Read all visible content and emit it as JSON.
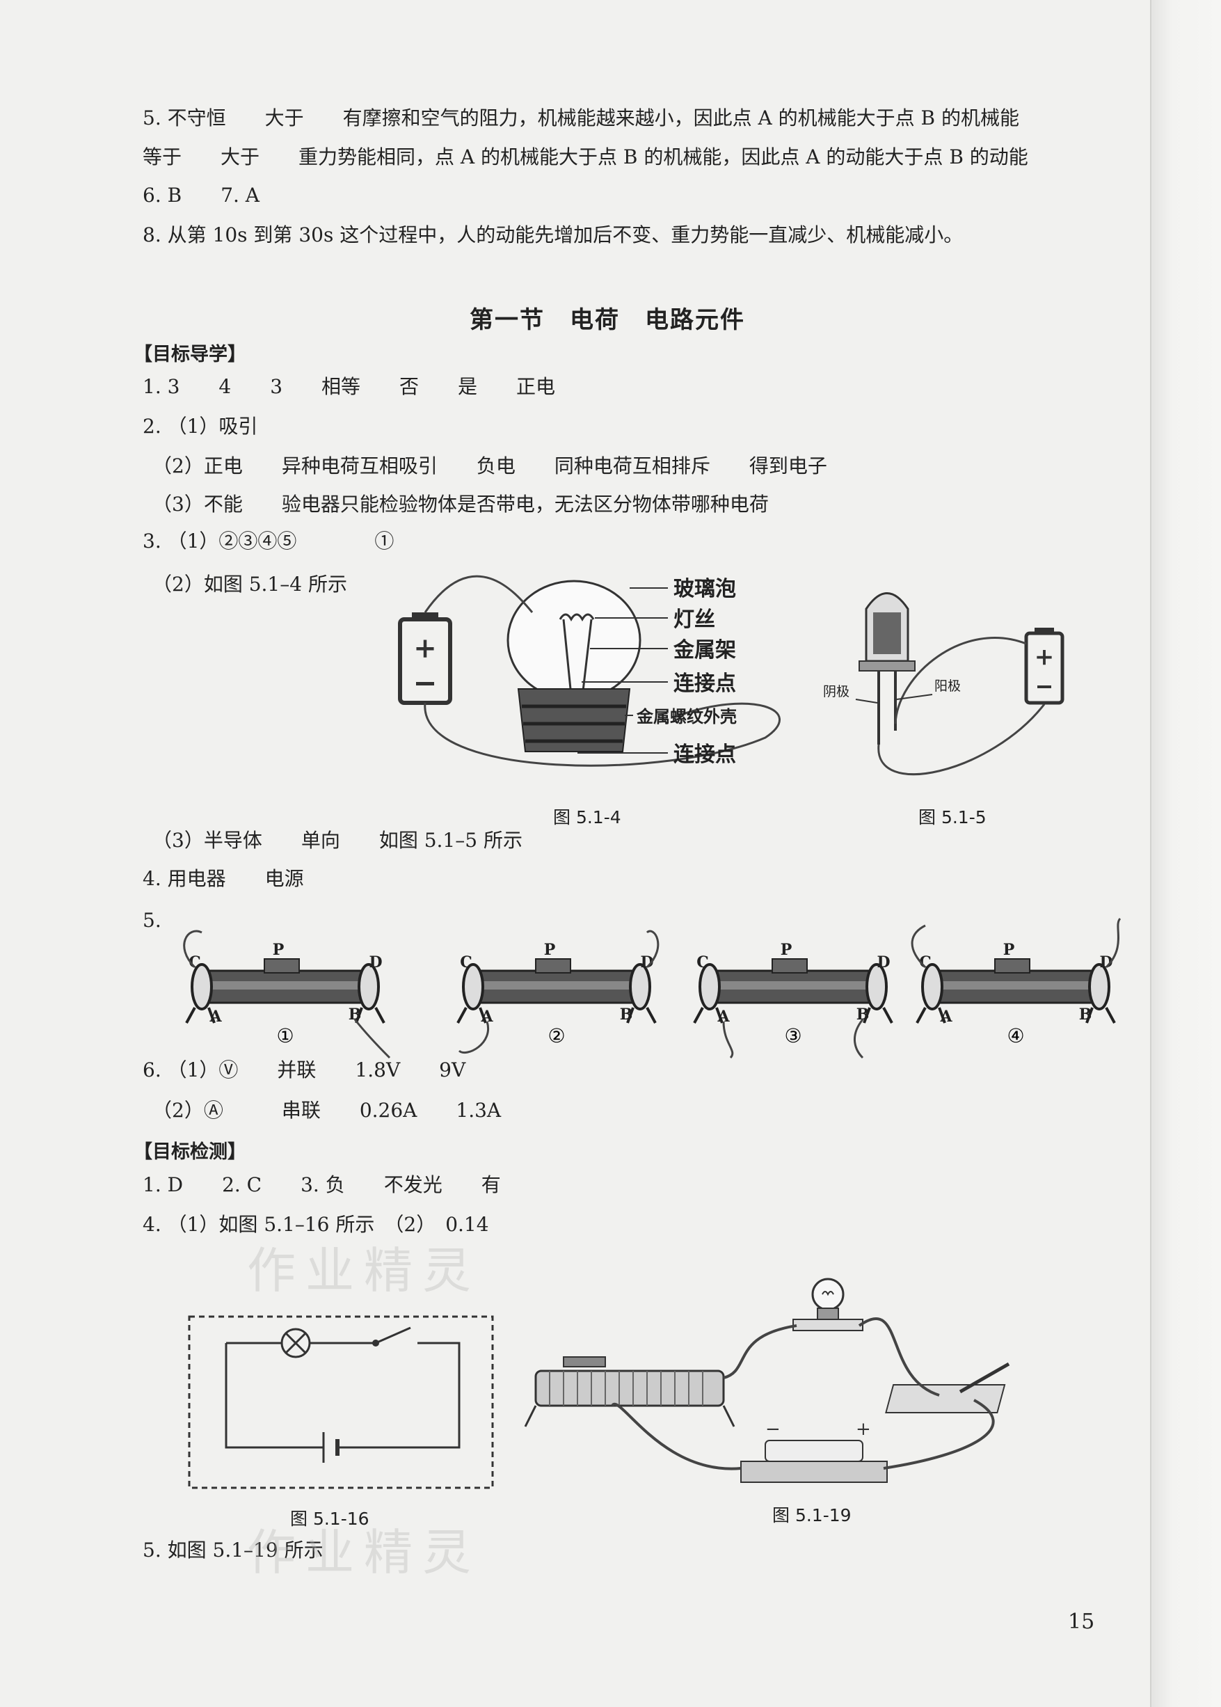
{
  "top_answers": [
    "5. 不守恒　　大于　　有摩擦和空气的阻力，机械能越来越小，因此点 A 的机械能大于点 B 的机械能",
    "等于　　大于　　重力势能相同，点 A 的机械能大于点 B 的机械能，因此点 A 的动能大于点 B 的动能",
    "6. B　　7. A",
    "8. 从第 10s 到第 30s 这个过程中，人的动能先增加后不变、重力势能一直减少、机械能减小。"
  ],
  "section_title": "第一节　电荷　电路元件",
  "guide": {
    "title": "【目标导学】",
    "lines": [
      "1. 3　　4　　3　　相等　　否　　是　　正电",
      "2. （1）吸引",
      "　（2）正电　　异种电荷互相吸引　　负电　　同种电荷互相排斥　　得到电子",
      "　（3）不能　　验电器只能检验物体是否带电，无法区分物体带哪种电荷",
      "3. （1）②③④⑤　　　　①",
      "　（2）如图 5.1–4 所示",
      "　（3）半导体　　单向　　如图 5.1–5 所示",
      "4. 用电器　　电源",
      "5.",
      "6. （1）Ⓥ　　并联　　1.8V　　9V",
      "　（2）Ⓐ　　　串联　　0.26A　　1.3A"
    ]
  },
  "fig_bulb": {
    "caption": "图 5.1-4",
    "labels": [
      "玻璃泡",
      "灯丝",
      "金属架",
      "连接点",
      "金属螺纹外壳",
      "连接点"
    ]
  },
  "fig_led": {
    "caption": "图 5.1-5",
    "labels": [
      "阴极",
      "阳极"
    ]
  },
  "rheostats": {
    "pins": [
      "C",
      "P",
      "D",
      "A",
      "B"
    ],
    "numbers": [
      "①",
      "②",
      "③",
      "④"
    ]
  },
  "test": {
    "title": "【目标检测】",
    "lines": [
      "1. D　　2. C　　3. 负　　不发光　　有",
      "4. （1）如图 5.1–16 所示　（2）　0.14",
      "5. 如图 5.1–19 所示"
    ]
  },
  "fig_circuit": {
    "caption": "图 5.1-16"
  },
  "fig_real": {
    "caption": "图 5.1-19"
  },
  "page_number": "15",
  "watermark": "作业精灵"
}
